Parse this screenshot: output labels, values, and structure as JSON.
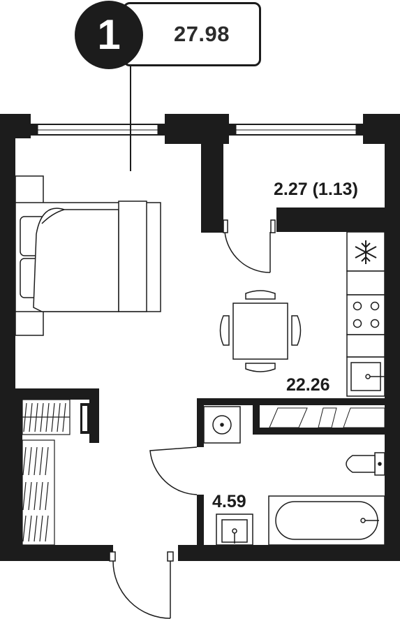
{
  "apartment": {
    "rooms": "1",
    "total_area": "27.98"
  },
  "rooms": {
    "main_room_area": "22.26",
    "balcony_area": "2.27 (1.13)",
    "bathroom_area": "4.59"
  },
  "colors": {
    "wall": "#1c1c1c",
    "line": "#1c1c1c",
    "background": "#ffffff"
  },
  "icons": {
    "fridge": "snowflake-icon",
    "stove": "cooktop-icon",
    "bed": "double-bed-icon"
  }
}
